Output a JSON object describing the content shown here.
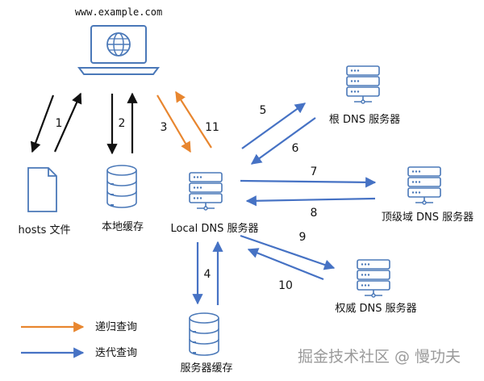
{
  "title_url": "www.example.com",
  "nodes": {
    "hosts": "hosts 文件",
    "local_cache": "本地缓存",
    "local_dns": "Local DNS 服务器",
    "root_dns": "根 DNS 服务器",
    "tld_dns": "顶级域 DNS 服务器",
    "auth_dns": "权威 DNS 服务器",
    "server_cache": "服务器缓存"
  },
  "steps": [
    "1",
    "2",
    "3",
    "4",
    "5",
    "6",
    "7",
    "8",
    "9",
    "10",
    "11"
  ],
  "legend": {
    "recursive": "递归查询",
    "iterative": "迭代查询"
  },
  "colors": {
    "recursive": "#e8862f",
    "iterative": "#4672c4",
    "black": "#111111",
    "icon_stroke": "#4a78b8"
  },
  "watermark": "掘金技术社区 @ 慢功夫"
}
